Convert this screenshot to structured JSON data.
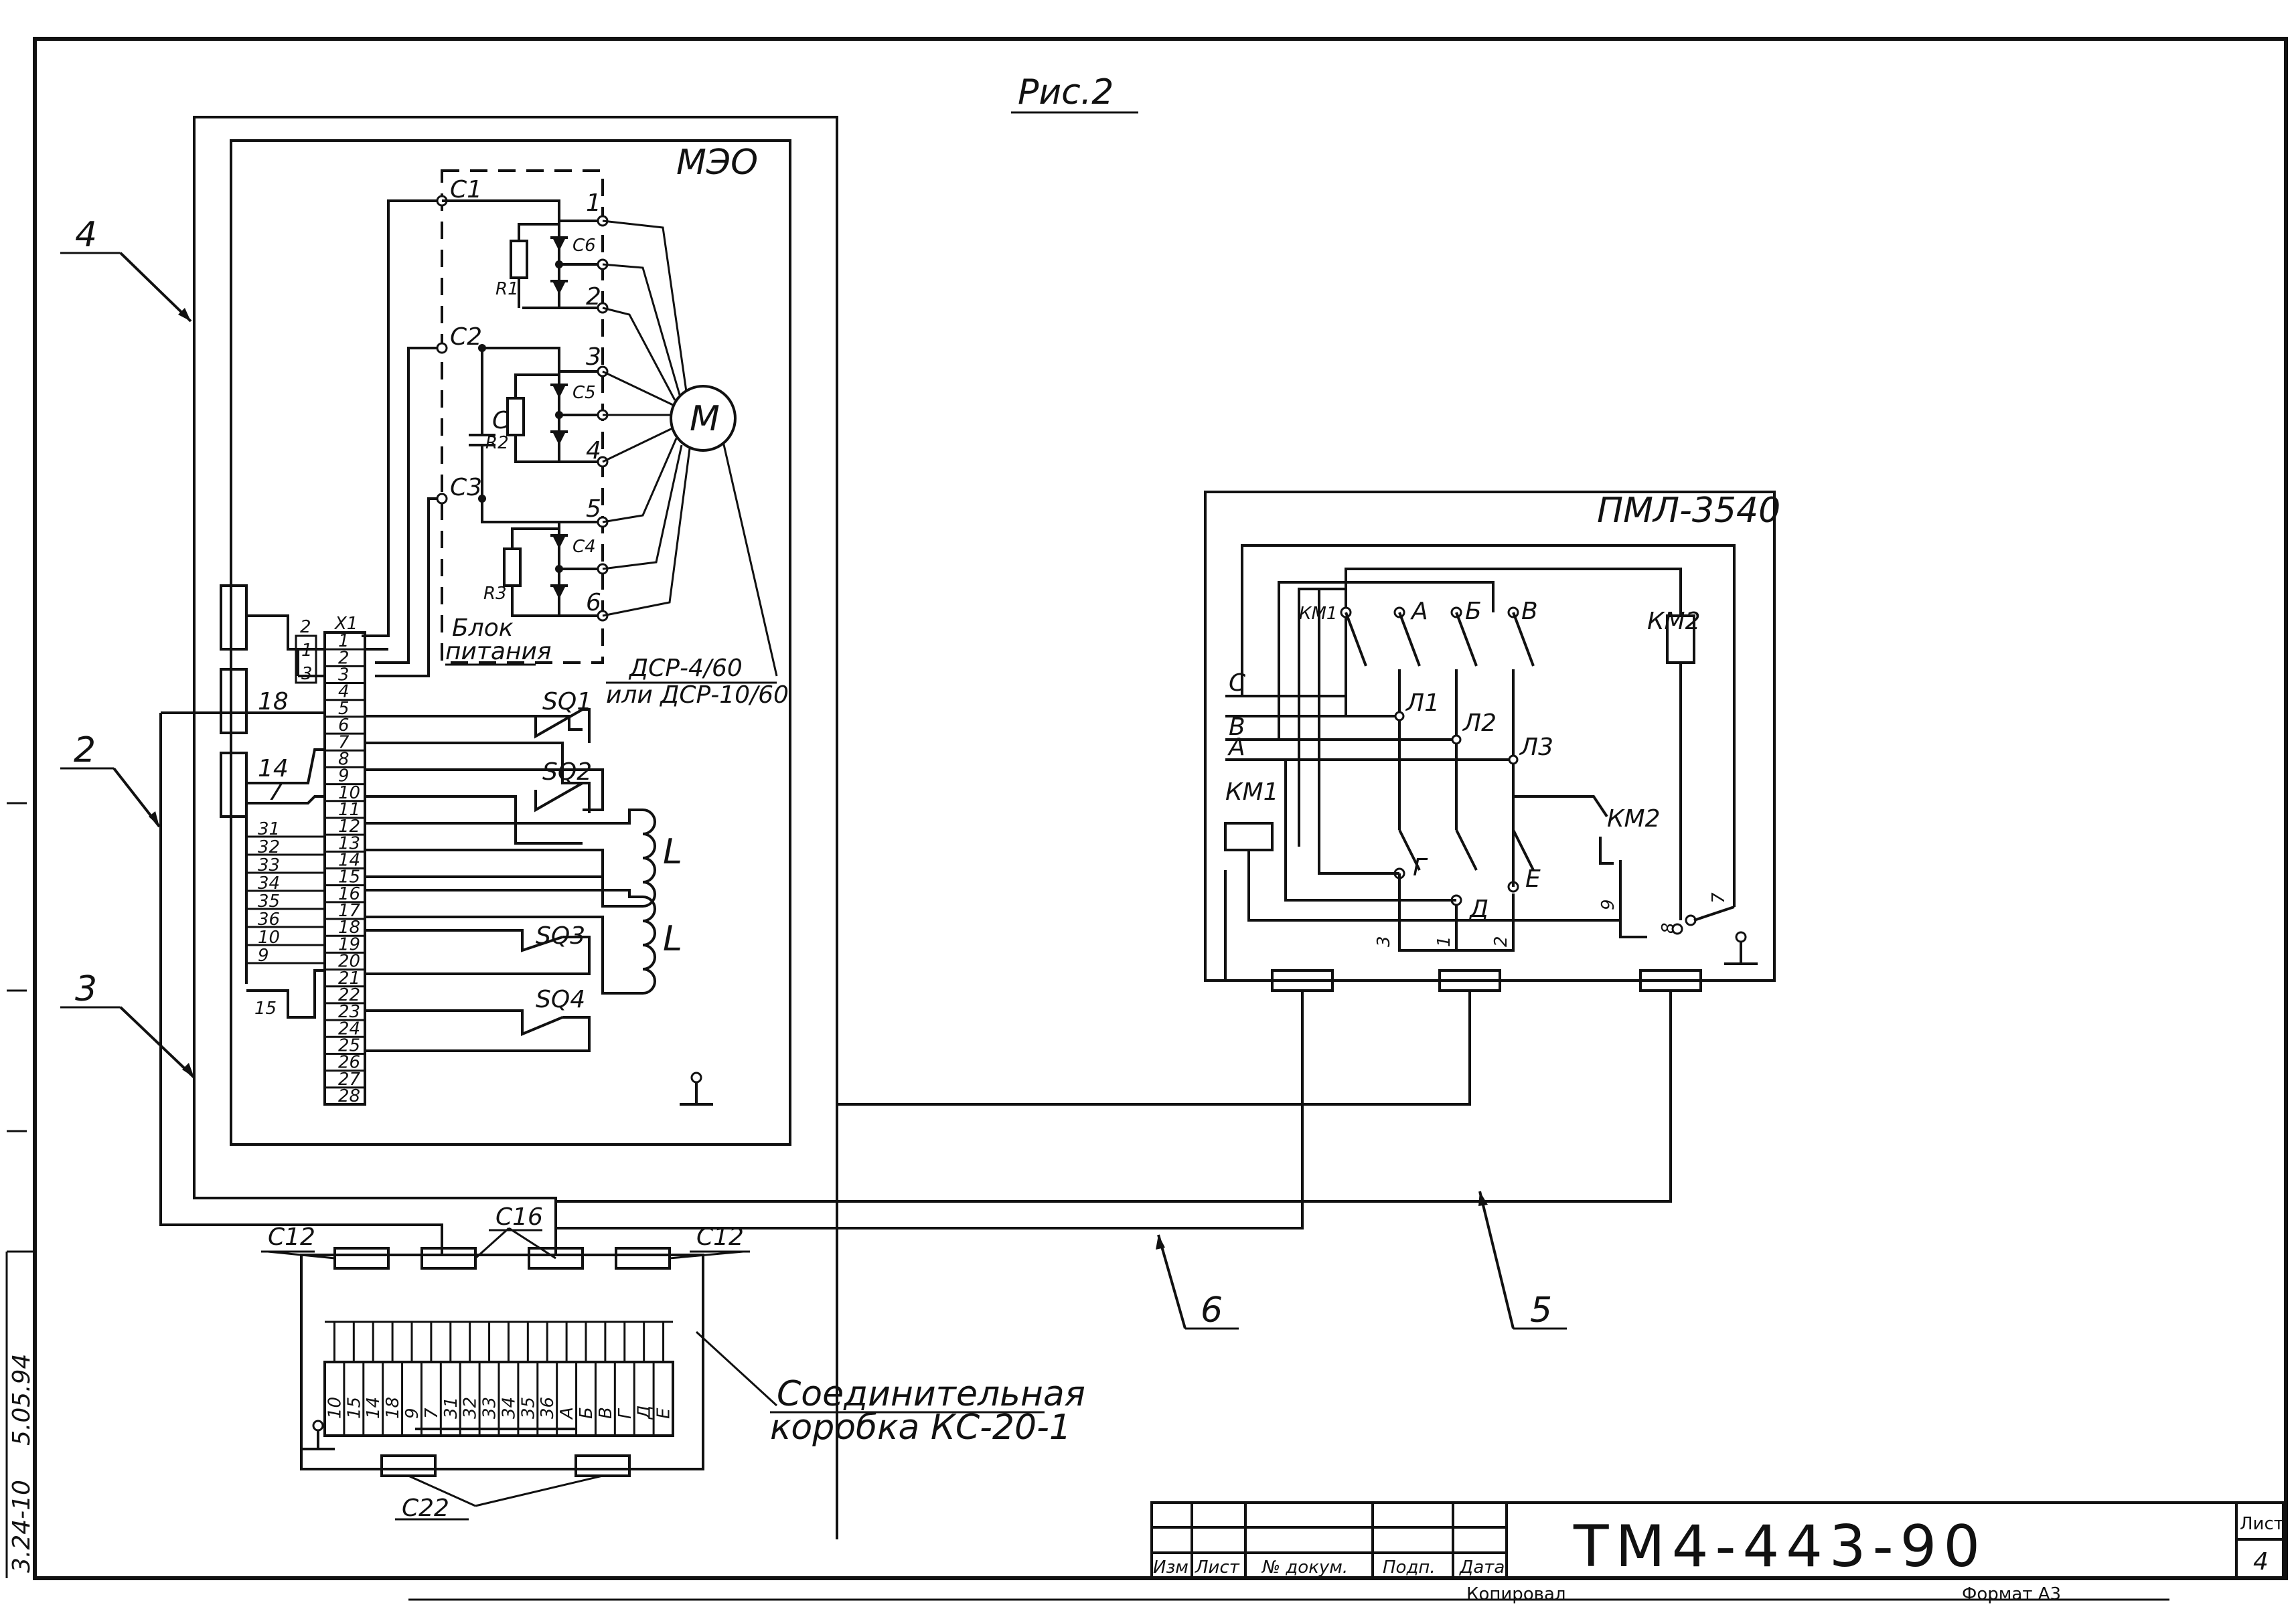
{
  "figure_title": "Рис.2",
  "mzo": {
    "label": "МЭО",
    "caps": [
      "C1",
      "C2",
      "C3"
    ],
    "cap_c": "C",
    "resistors": [
      "R1",
      "R2",
      "R3"
    ],
    "diodes": [
      "C6",
      "C5",
      "C4"
    ],
    "taps": [
      "1",
      "2",
      "3",
      "4",
      "5",
      "6"
    ],
    "motor": "M",
    "power_block_line1": "Блок",
    "power_block_line2": "питания",
    "motor_type_line1": "ДСР-4/60",
    "motor_type_line2": "или ДСР-10/60",
    "terminal_block": "X1",
    "terminals": [
      "1",
      "2",
      "3",
      "4",
      "5",
      "6",
      "7",
      "8",
      "9",
      "10",
      "11",
      "12",
      "13",
      "14",
      "15",
      "16",
      "17",
      "18",
      "19",
      "20",
      "21",
      "22",
      "23",
      "24",
      "25",
      "26",
      "27",
      "28"
    ],
    "switches": [
      "SQ1",
      "SQ2",
      "SQ3",
      "SQ4"
    ],
    "coil": "L"
  },
  "left_wires": {
    "top_pair": [
      "2",
      "1",
      "3"
    ],
    "labels": [
      "18",
      "14",
      "7",
      "31",
      "32",
      "33",
      "34",
      "35",
      "36",
      "10",
      "9",
      "15"
    ]
  },
  "cable_numbers": [
    "4",
    "2",
    "3",
    "6",
    "5"
  ],
  "pml": {
    "label": "ПМЛ-3540",
    "contacts": [
      "КМ1",
      "А",
      "Б",
      "В"
    ],
    "coil_right": "КМ2",
    "phases": [
      "С",
      "В",
      "А"
    ],
    "lamps": [
      "Л1",
      "Л2",
      "Л3"
    ],
    "coil_left": "КМ1",
    "km2_contact": "КМ2",
    "lower_nodes": [
      "Г",
      "Д",
      "Е"
    ],
    "bottom_nums": [
      "3",
      "1",
      "2",
      "9",
      "8",
      "7"
    ]
  },
  "junction_box": {
    "line1": "Соединительная",
    "line2": "коробка КС-20-1",
    "glands": [
      "С12",
      "С16",
      "С12",
      "С22"
    ],
    "terminals": [
      "10",
      "15",
      "14",
      "18",
      "9",
      "7",
      "31",
      "32",
      "33",
      "34",
      "35",
      "36",
      "А",
      "Б",
      "В",
      "Г",
      "Д",
      "Е"
    ]
  },
  "stamp": {
    "doc": "ТМ4-443-90",
    "sheet_label": "Лист",
    "sheet_num": "4",
    "cols": [
      "Изм",
      "Лист",
      "№ докум.",
      "Подп.",
      "Дата"
    ],
    "copied": "Копировал",
    "format": "Формат А3"
  },
  "side_strip": [
    "3.24-10",
    "5.05.94"
  ]
}
